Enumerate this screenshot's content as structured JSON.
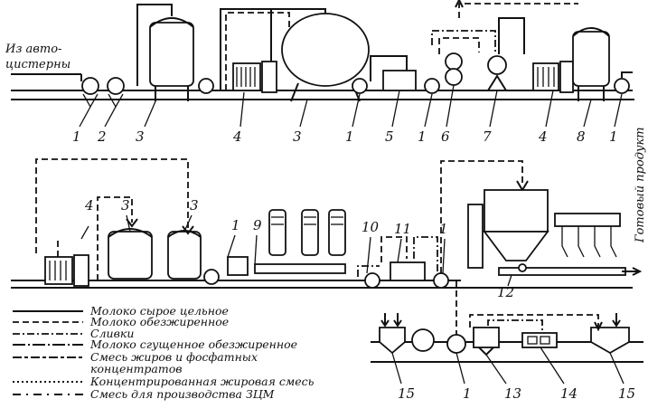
{
  "diagram": {
    "source_label_line1": "Из авто-",
    "source_label_line2": "цистерны",
    "product_label": "Готовый продукт",
    "top_row_numbers": [
      "1",
      "2",
      "3",
      "4",
      "3",
      "1",
      "5",
      "1",
      "6",
      "7",
      "4",
      "8",
      "1"
    ],
    "middle_row_numbers": [
      "4",
      "3",
      "3",
      "1",
      "9",
      "10",
      "11",
      "1",
      "12"
    ],
    "bottom_row_numbers": [
      "15",
      "1",
      "13",
      "14",
      "15"
    ],
    "legend": [
      "Молоко сырое цельное",
      "Молоко обезжиренное",
      "Сливки",
      "Молоко сгущенное обезжиренное",
      "Смесь жиров и фосфатных",
      "концентратов",
      "Концентрированная жировая смесь",
      "Смесь для производства ЗЦМ"
    ]
  }
}
